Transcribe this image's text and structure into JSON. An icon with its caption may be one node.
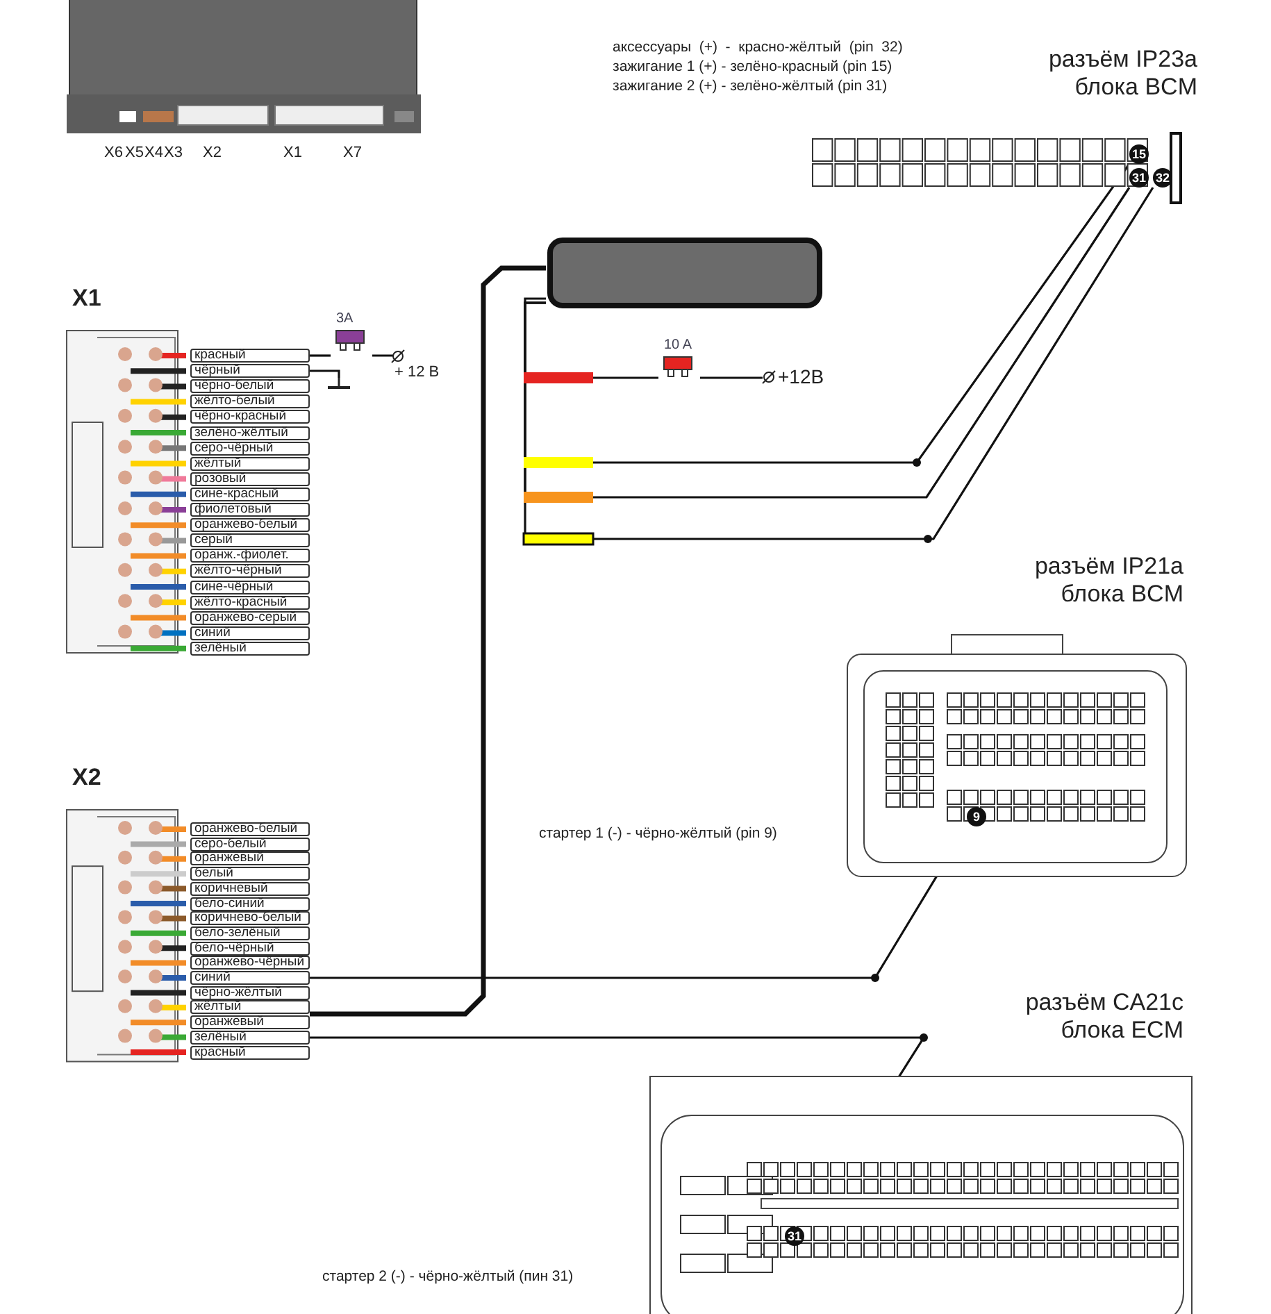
{
  "diagram": {
    "nodes": [
      {
        "text": [],
        "shape": "box"
      },
      {
        "text": [
          "X1"
        ]
      },
      {
        "text": [
          "красный"
        ]
      },
      {
        "text": [
          "чёрный"
        ]
      },
      {
        "text": [
          "чёрно-белый"
        ]
      },
      {
        "text": [
          "жёлто-белый"
        ]
      },
      {
        "text": [
          "чёрно-красный"
        ]
      },
      {
        "text": [
          "зелёно-жёлтый"
        ]
      },
      {
        "text": [
          "серо-чёрный"
        ]
      },
      {
        "text": [
          "жёлтый"
        ]
      },
      {
        "text": [
          "розовый"
        ]
      },
      {
        "text": [
          "сине-красный"
        ]
      },
      {
        "text": [
          "фиолетовый"
        ]
      },
      {
        "text": [
          "оранжево-белый"
        ]
      },
      {
        "text": [
          "серый"
        ]
      },
      {
        "text": [
          "оранж.-фиолет."
        ]
      },
      {
        "text": [
          "жёлто-чёрный"
        ]
      },
      {
        "text": [
          "сине-чёрный"
        ]
      },
      {
        "text": [
          "жёлто-красный"
        ]
      },
      {
        "text": [
          "оранжево-серый"
        ]
      },
      {
        "text": [
          "синий"
        ]
      },
      {
        "text": [
          "зелёный"
        ]
      },
      {
        "text": [
          "3A"
        ]
      },
      {
        "text": [
          "+ 12 В"
        ]
      },
      {
        "text": [],
        "shape": "ground"
      },
      {
        "text": [
          "X2"
        ]
      },
      {
        "text": [
          "оранжево-белый"
        ]
      },
      {
        "text": [
          "серо-белый"
        ]
      },
      {
        "text": [
          "оранжевый"
        ]
      },
      {
        "text": [
          "белый"
        ]
      },
      {
        "text": [
          "коричневый"
        ]
      },
      {
        "text": [
          "бело-синий"
        ]
      },
      {
        "text": [
          "коричнево-белый"
        ]
      },
      {
        "text": [
          "бело-зелёный"
        ]
      },
      {
        "text": [
          "бело-чёрный"
        ]
      },
      {
        "text": [
          "оранжево-чёрный"
        ]
      },
      {
        "text": [
          "синий"
        ]
      },
      {
        "text": [
          "чёрно-жёлтый"
        ]
      },
      {
        "text": [
          "жёлтый"
        ]
      },
      {
        "text": [
          "оранжевый"
        ]
      },
      {
        "text": [
          "зелёный"
        ]
      },
      {
        "text": [
          "красный"
        ]
      },
      {
        "text": [],
        "shape": "box"
      },
      {
        "text": [
          "10 A"
        ]
      },
      {
        "text": [
          "+12В"
        ]
      },
      {
        "text": [
          "разъём IP23a блока BCM"
        ]
      },
      {
        "text": [
          "15"
        ],
        "in": 45
      },
      {
        "text": [
          "31"
        ],
        "in": 45
      },
      {
        "text": [
          "32"
        ],
        "in": 45
      },
      {
        "text": [
          "разъём IP21a блока BCM"
        ]
      },
      {
        "text": [
          "9"
        ],
        "in": 49
      },
      {
        "text": [
          "разъём CA21c блока ECM"
        ]
      },
      {
        "text": [
          "31"
        ],
        "in": 51
      }
    ],
    "edges": [
      {
        "from": 2,
        "to": 22,
        "arrow": "none"
      },
      {
        "from": 22,
        "to": 23,
        "arrow": "none"
      },
      {
        "from": 3,
        "to": 24,
        "arrow": "none"
      },
      {
        "from": 38,
        "to": 42,
        "arrow": "none",
        "style": "thick"
      },
      {
        "from": 42,
        "to": 43,
        "arrow": "none"
      },
      {
        "from": 43,
        "to": 44,
        "arrow": "none"
      },
      {
        "from": 42,
        "to": 46,
        "arrow": "none"
      },
      {
        "from": 42,
        "to": 47,
        "arrow": "none"
      },
      {
        "from": 42,
        "to": 48,
        "arrow": "none"
      },
      {
        "from": 36,
        "to": 50,
        "arrow": "none"
      },
      {
        "from": 40,
        "to": 52,
        "arrow": "none"
      }
    ],
    "labels": [
      "X6",
      "X5",
      "X4",
      "X3",
      "X2",
      "X1",
      "X7",
      "аксессуары  (+)  -  красно-жёлтый  (pin  32)",
      "зажигание 1 (+) - зелёно-красный (pin 15)",
      "зажигание 2 (+) - зелёно-жёлтый (pin 31)",
      "стартер 1 (-) - чёрно-жёлтый (pin 9)",
      "стартер 2 (-) - чёрно-жёлтый (пин 31)"
    ]
  }
}
